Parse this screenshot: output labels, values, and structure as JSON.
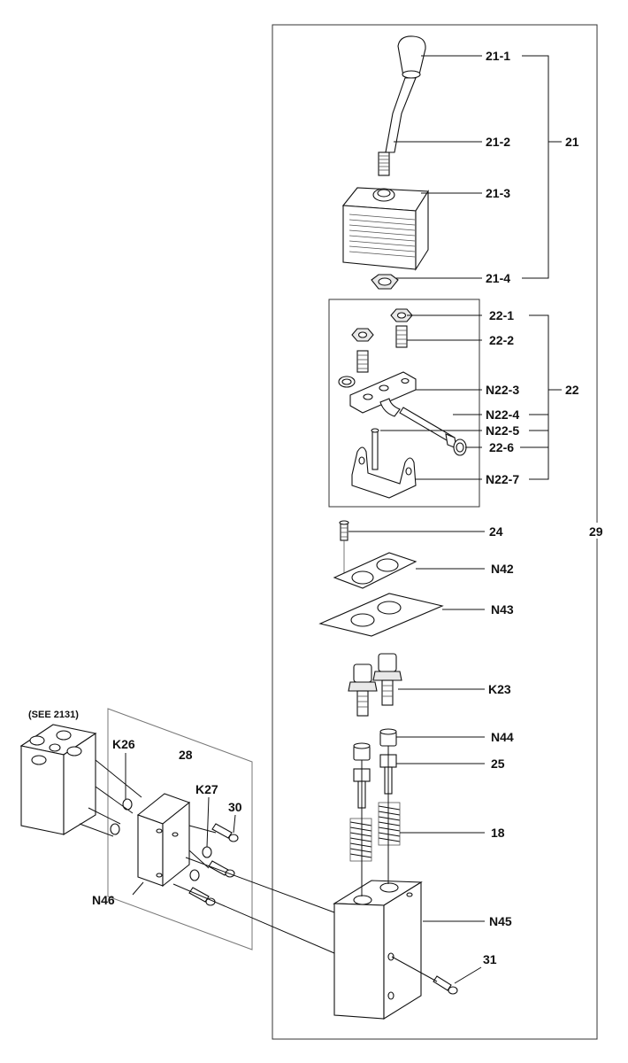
{
  "labels": {
    "l21_1": "21-1",
    "l21_2": "21-2",
    "l21": "21",
    "l21_3": "21-3",
    "l21_4": "21-4",
    "l22_1": "22-1",
    "l22_2": "22-2",
    "lN22_3": "N22-3",
    "l22": "22",
    "lN22_4": "N22-4",
    "lN22_5": "N22-5",
    "l22_6": "22-6",
    "lN22_7": "N22-7",
    "l24": "24",
    "l29": "29",
    "lN42": "N42",
    "lN43": "N43",
    "lK23": "K23",
    "lN44": "N44",
    "l25": "25",
    "l18": "18",
    "lN45": "N45",
    "l31": "31",
    "see": "(SEE 2131)",
    "lK26": "K26",
    "l28": "28",
    "lK27": "K27",
    "l30": "30",
    "lN46": "N46"
  }
}
